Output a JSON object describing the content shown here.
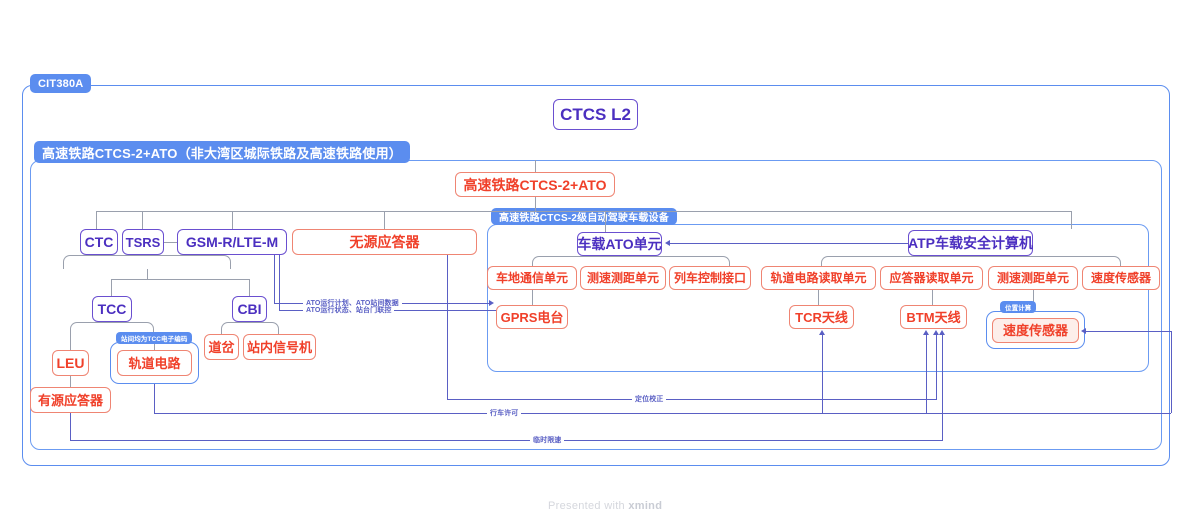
{
  "page": {
    "watermark_prefix": "Presented with ",
    "watermark_brand": "xmind"
  },
  "containers": {
    "root": {
      "label": "CIT380A"
    },
    "hsr": {
      "label": "高速铁路CTCS-2+ATO（非大湾区城际铁路及高速铁路使用）"
    },
    "onboard": {
      "label": "高速铁路CTCS-2级自动驾驶车载设备"
    }
  },
  "nodes": {
    "ctcs_l2": "CTCS L2",
    "hsr_ctcs2_ato": "高速铁路CTCS-2+ATO",
    "ctc": "CTC",
    "tsrs": "TSRS",
    "gsmr": "GSM-R/LTE-M",
    "passive_balise": "无源应答器",
    "tcc": "TCC",
    "cbi": "CBI",
    "leu": "LEU",
    "track_circuit": "轨道电路",
    "switch": "道岔",
    "station_signal": "站内信号机",
    "active_balise": "有源应答器",
    "ato_unit": "车载ATO单元",
    "atp_computer": "ATP车载安全计算机",
    "train_ground_comm": "车地通信单元",
    "speed_dist_1": "测速测距单元",
    "train_control_if": "列车控制接口",
    "track_circuit_reader": "轨道电路读取单元",
    "balise_reader": "应答器读取单元",
    "speed_dist_2": "测速测距单元",
    "speed_sensor_top": "速度传感器",
    "gprs_radio": "GPRS电台",
    "tcr_antenna": "TCR天线",
    "btm_antenna": "BTM天线",
    "speed_sensor_hl": "速度传感器"
  },
  "tags": {
    "tcc_coding": "站间均为TCC电子编码",
    "position_calc": "位置计算"
  },
  "edge_labels": {
    "ato_plan": "ATO运行计划、ATO站间数据",
    "ato_status": "ATO运行状态、站台门联控",
    "position_correction": "定位校正",
    "movement_authority": "行车许可",
    "temporary_speed_restriction": "临时限速"
  },
  "colors": {
    "container_border": "#6b9bf2",
    "tab_fill": "#5b8def",
    "purple_border": "#6a4fd0",
    "purple_text": "#4b2fc0",
    "red_border": "#ef8573",
    "red_text": "#f0402a",
    "connector_gray": "#9aa0ad",
    "connector_blue": "#5a5fc4"
  }
}
